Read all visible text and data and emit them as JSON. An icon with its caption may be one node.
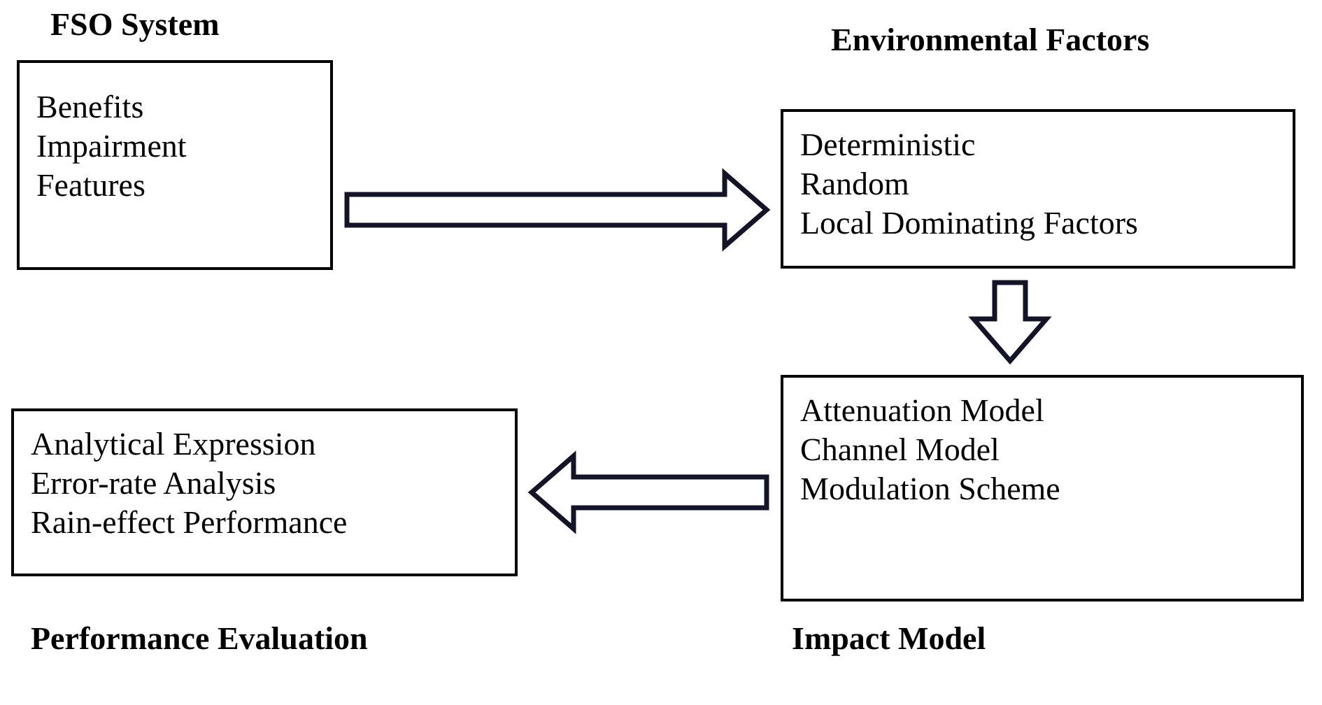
{
  "diagram": {
    "nodes": [
      {
        "text": [
          "FSO System",
          "Benefits",
          "Impairment",
          "Features"
        ]
      },
      {
        "text": [
          "Environmental Factors",
          "Deterministic",
          "Random",
          "Local Dominating Factors"
        ]
      },
      {
        "text": [
          "Attenuation Model",
          "Channel Model",
          "Modulation Scheme",
          "Impact Model"
        ]
      },
      {
        "text": [
          "Analytical Expression",
          "Error-rate Analysis",
          "Rain-effect Performance",
          "Performance Evaluation"
        ]
      }
    ],
    "edges": [
      {
        "from": 0,
        "to": 1,
        "arrow": "to"
      },
      {
        "from": 1,
        "to": 2,
        "arrow": "to"
      },
      {
        "from": 2,
        "to": 3,
        "arrow": "to"
      }
    ]
  }
}
